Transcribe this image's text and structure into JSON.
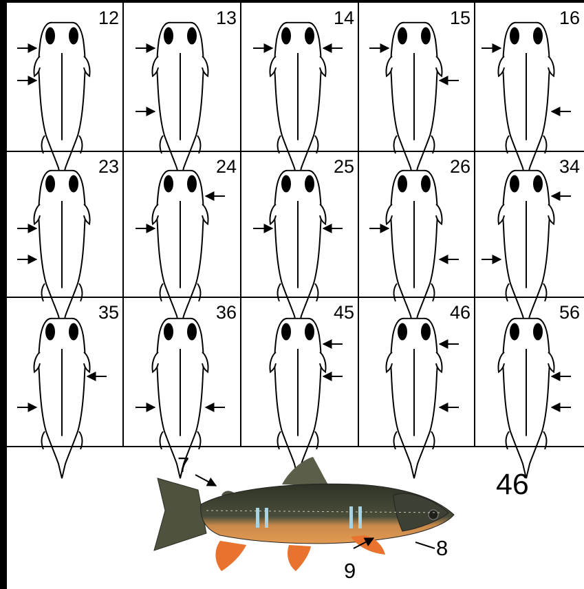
{
  "cells": [
    {
      "number": "12",
      "arrows": [
        {
          "side": "left",
          "pos": "pectoral"
        },
        {
          "side": "left",
          "pos": "pelvic"
        }
      ]
    },
    {
      "number": "13",
      "arrows": [
        {
          "side": "left",
          "pos": "pectoral"
        },
        {
          "side": "left",
          "pos": "anal"
        }
      ]
    },
    {
      "number": "14",
      "arrows": [
        {
          "side": "left",
          "pos": "pectoral"
        },
        {
          "side": "right",
          "pos": "pectoral"
        }
      ]
    },
    {
      "number": "15",
      "arrows": [
        {
          "side": "left",
          "pos": "pectoral"
        },
        {
          "side": "right",
          "pos": "pelvic"
        }
      ]
    },
    {
      "number": "16",
      "arrows": [
        {
          "side": "left",
          "pos": "pectoral"
        },
        {
          "side": "right",
          "pos": "anal"
        }
      ]
    },
    {
      "number": "23",
      "arrows": [
        {
          "side": "left",
          "pos": "pelvic"
        },
        {
          "side": "left",
          "pos": "anal"
        }
      ]
    },
    {
      "number": "24",
      "arrows": [
        {
          "side": "left",
          "pos": "pelvic"
        },
        {
          "side": "right",
          "pos": "pectoral"
        }
      ]
    },
    {
      "number": "25",
      "arrows": [
        {
          "side": "left",
          "pos": "pelvic"
        },
        {
          "side": "right",
          "pos": "pelvic"
        }
      ]
    },
    {
      "number": "26",
      "arrows": [
        {
          "side": "left",
          "pos": "pelvic"
        },
        {
          "side": "right",
          "pos": "anal"
        }
      ]
    },
    {
      "number": "34",
      "arrows": [
        {
          "side": "left",
          "pos": "anal"
        },
        {
          "side": "right",
          "pos": "pectoral"
        }
      ]
    },
    {
      "number": "35",
      "arrows": [
        {
          "side": "left",
          "pos": "anal"
        },
        {
          "side": "right",
          "pos": "pelvic"
        }
      ]
    },
    {
      "number": "36",
      "arrows": [
        {
          "side": "left",
          "pos": "anal"
        },
        {
          "side": "right",
          "pos": "anal"
        }
      ]
    },
    {
      "number": "45",
      "arrows": [
        {
          "side": "right",
          "pos": "pectoral"
        },
        {
          "side": "right",
          "pos": "pelvic"
        }
      ]
    },
    {
      "number": "46",
      "arrows": [
        {
          "side": "right",
          "pos": "pectoral"
        },
        {
          "side": "right",
          "pos": "anal"
        }
      ]
    },
    {
      "number": "56",
      "arrows": [
        {
          "side": "right",
          "pos": "pelvic"
        },
        {
          "side": "right",
          "pos": "anal"
        }
      ]
    }
  ],
  "bottom": {
    "label_7": "7",
    "label_8": "8",
    "label_9": "9",
    "code": "46"
  },
  "colors": {
    "line": "#000000",
    "fish_back": "#3a3f2e",
    "fish_belly": "#d98a3a",
    "fin_orange": "#e8722e",
    "mark_blue": "#a9d3e0"
  }
}
